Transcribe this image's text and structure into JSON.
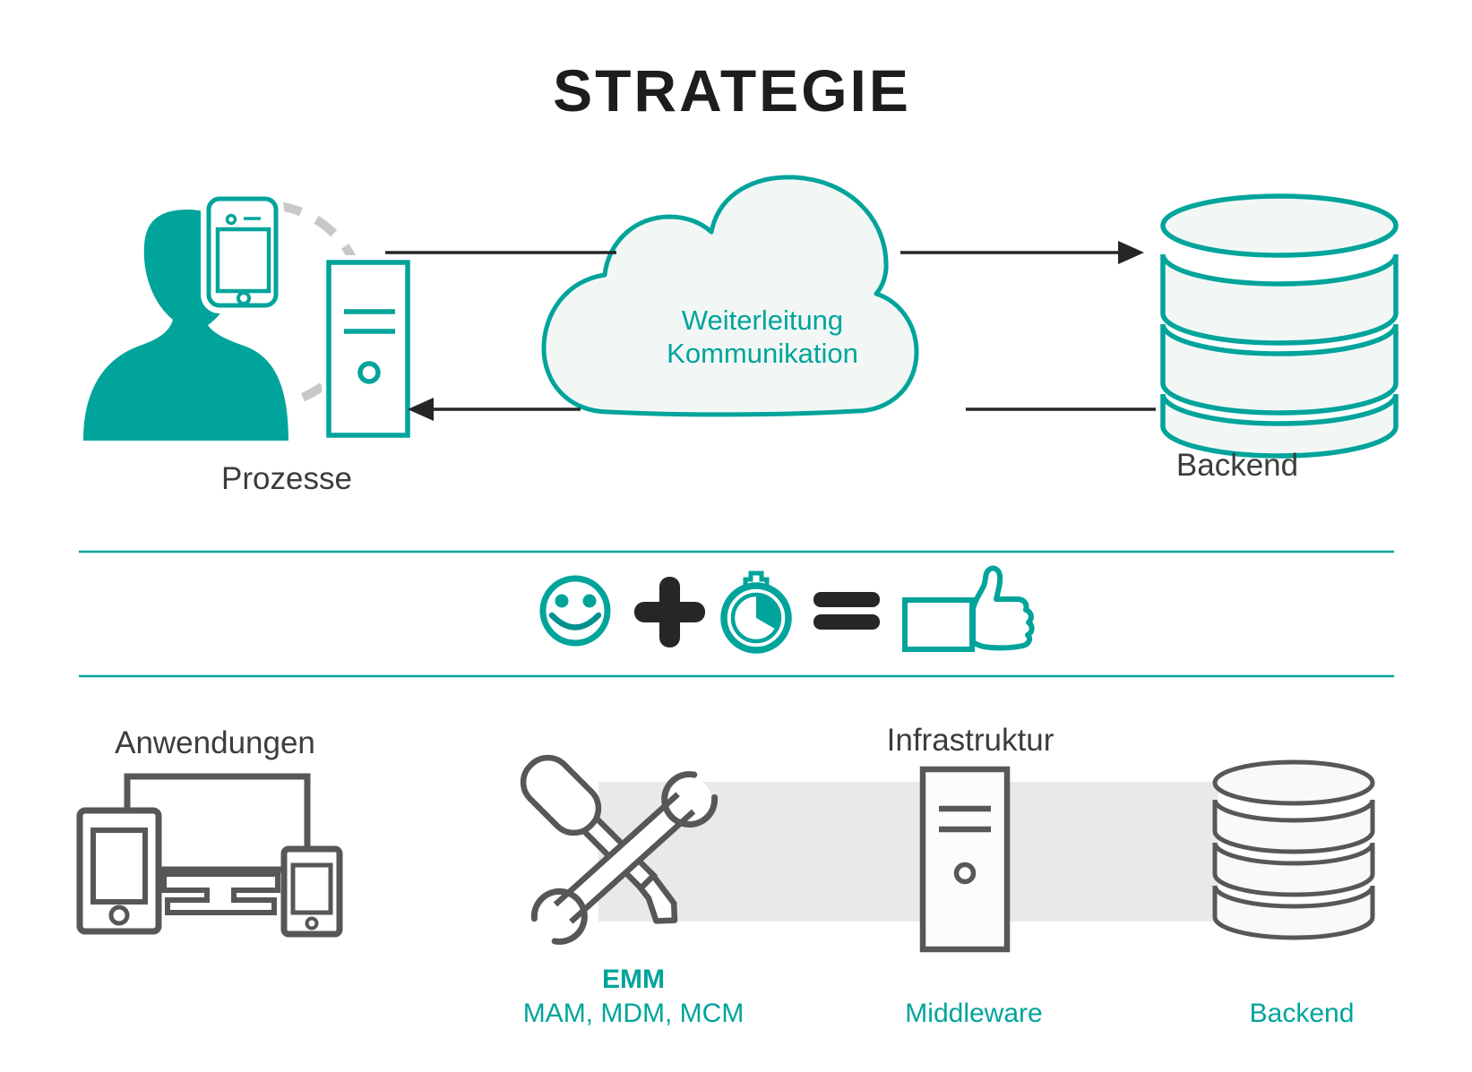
{
  "title": "STRATEGIE",
  "colors": {
    "teal": "#00a49b",
    "title_dark": "#1d1d1b",
    "label_gray": "#3c3c3b",
    "icon_gray": "#575756",
    "band_gray": "#e9e9e9",
    "dash_gray": "#c8c8c8",
    "light_fill": "#f2f7f6"
  },
  "top_flow": {
    "user_label": "Prozesse",
    "cloud_label_line1": "Weiterleitung",
    "cloud_label_line2": "Kommunikation",
    "backend_label": "Backend",
    "icons": [
      "user-icon",
      "smartphone-icon",
      "desktop-tower-icon",
      "dashed-sync-arc",
      "cloud-icon",
      "database-icon",
      "arrow-right-icon",
      "arrow-left-icon"
    ]
  },
  "equation": {
    "icons": [
      "smiley-icon",
      "plus-icon",
      "stopwatch-icon",
      "equals-icon",
      "thumbs-up-icon"
    ]
  },
  "bottom": {
    "applications_label": "Anwendungen",
    "infrastructure_label": "Infrastruktur",
    "emm_label": "EMM",
    "emm_sub_label": "MAM, MDM, MCM",
    "middleware_label": "Middleware",
    "backend_label": "Backend",
    "icons": [
      "devices-icon",
      "tools-icon",
      "server-tower-icon",
      "database-icon"
    ]
  }
}
